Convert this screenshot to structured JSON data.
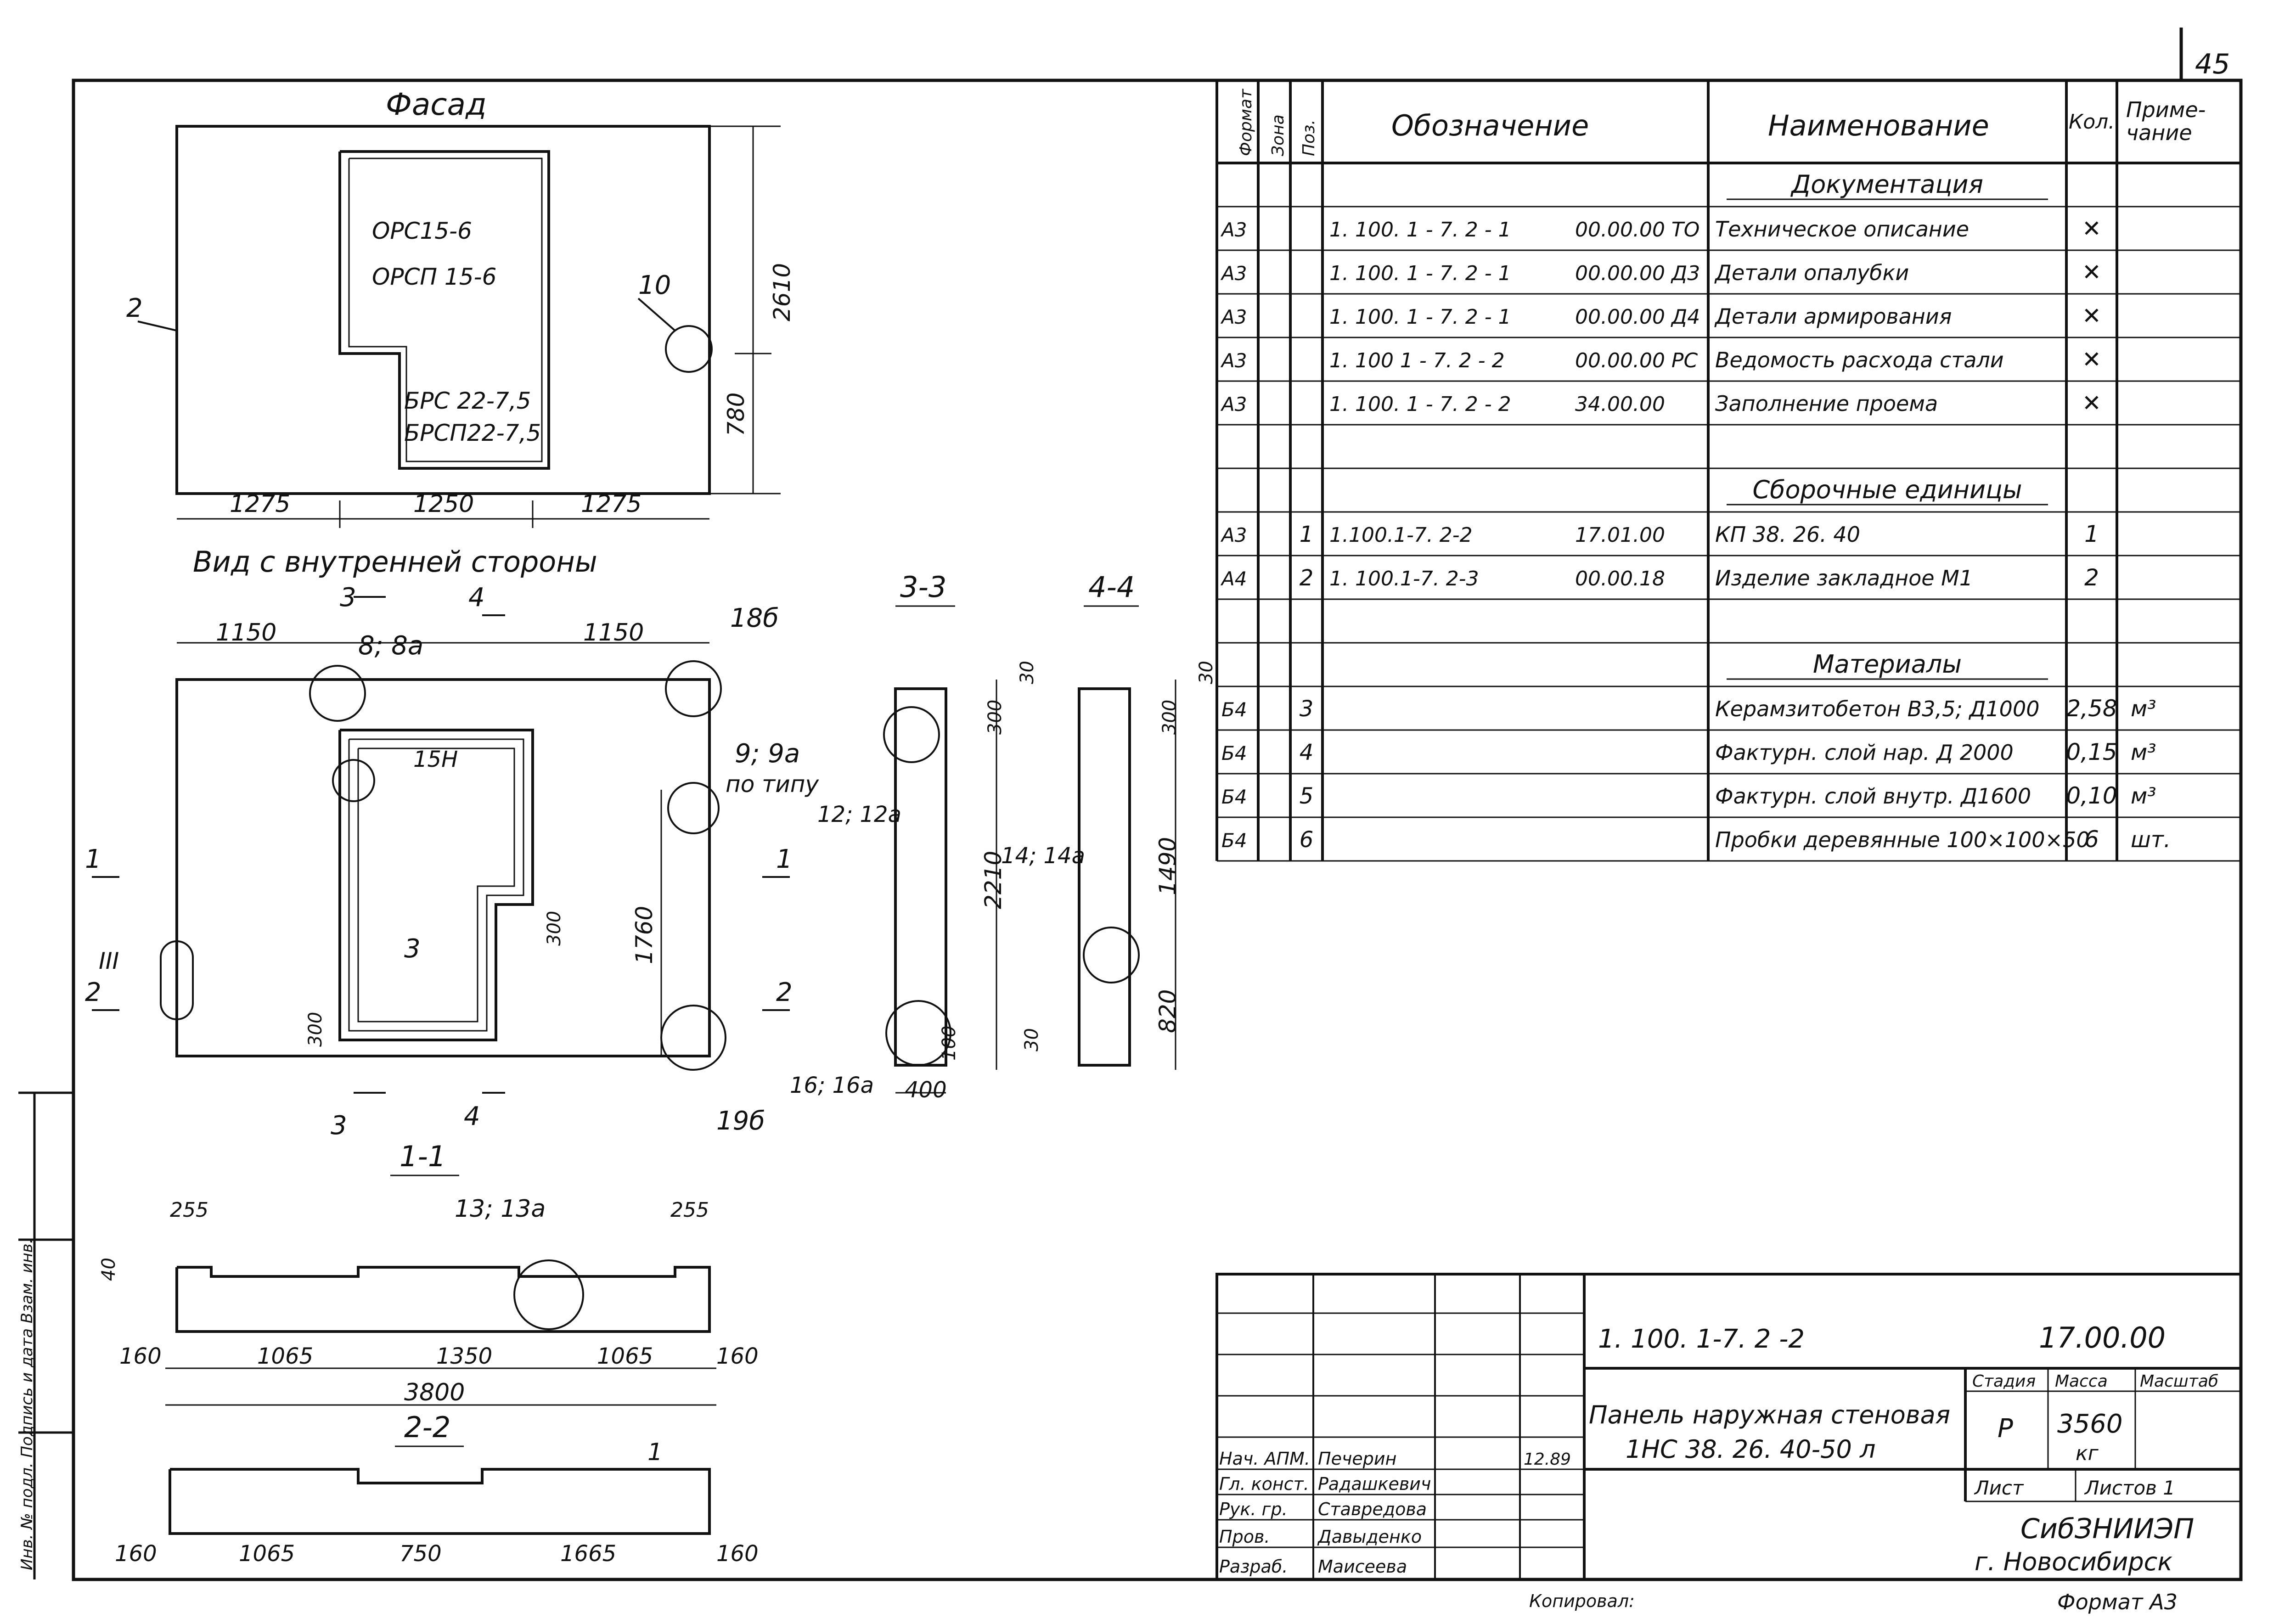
{
  "sheet_number": "45",
  "facade": {
    "title": "Фасад",
    "labels": [
      "ОРС15-6",
      "ОРСП 15-6",
      "БРС 22-7,5",
      "БРСП22-7,5"
    ],
    "dims_horizontal": [
      "1275",
      "1250",
      "1275"
    ],
    "dims_vertical": [
      "2610",
      "780"
    ],
    "callouts": [
      "2",
      "10"
    ]
  },
  "inner_view": {
    "title": "Вид с внутренней стороны",
    "dims": [
      "1150",
      "1150",
      "1760",
      "300",
      "300"
    ],
    "callouts": [
      "8; 8а",
      "18б",
      "9; 9а",
      "по типу",
      "15Н",
      "3",
      "19б",
      "III"
    ],
    "section_marks": [
      "3",
      "4",
      "1",
      "1",
      "2",
      "2",
      "3",
      "4"
    ]
  },
  "section_3_3": {
    "title": "3-3",
    "dims": [
      "30",
      "300",
      "2210",
      "100",
      "400"
    ],
    "callouts": [
      "12; 12а",
      "16; 16а"
    ]
  },
  "section_4_4": {
    "title": "4-4",
    "dims": [
      "30",
      "300",
      "1490",
      "820",
      "30"
    ],
    "callouts": [
      "14; 14а"
    ]
  },
  "section_1_1": {
    "title": "1-1",
    "dims": [
      "255",
      "255",
      "40",
      "160",
      "1065",
      "1350",
      "1065",
      "160",
      "3800"
    ],
    "callouts": [
      "13; 13а"
    ]
  },
  "section_2_2": {
    "title": "2-2",
    "dims": [
      "160",
      "1065",
      "750",
      "1665",
      "160"
    ],
    "callouts": [
      "1"
    ]
  },
  "spec_table": {
    "headers": [
      "Формат",
      "Зона",
      "Поз.",
      "Обозначение",
      "Наименование",
      "Кол.",
      "Приме-",
      "чание"
    ],
    "rows": [
      {
        "fmt": "",
        "zone": "",
        "pos": "",
        "code": "",
        "code2": "",
        "name": "Документация",
        "qty": "",
        "note": "",
        "heading": true
      },
      {
        "fmt": "А3",
        "zone": "",
        "pos": "",
        "code": "1. 100. 1 - 7. 2 - 1",
        "code2": "00.00.00 ТО",
        "name": "Техническое описание",
        "qty": "✕",
        "note": ""
      },
      {
        "fmt": "А3",
        "zone": "",
        "pos": "",
        "code": "1. 100. 1 - 7. 2 - 1",
        "code2": "00.00.00 Д3",
        "name": "Детали опалубки",
        "qty": "✕",
        "note": ""
      },
      {
        "fmt": "А3",
        "zone": "",
        "pos": "",
        "code": "1. 100. 1 - 7. 2 - 1",
        "code2": "00.00.00 Д4",
        "name": "Детали армирования",
        "qty": "✕",
        "note": ""
      },
      {
        "fmt": "А3",
        "zone": "",
        "pos": "",
        "code": "1. 100 1 - 7. 2 - 2",
        "code2": "00.00.00 РС",
        "name": "Ведомость расхода стали",
        "qty": "✕",
        "note": ""
      },
      {
        "fmt": "А3",
        "zone": "",
        "pos": "",
        "code": "1. 100. 1 - 7. 2 - 2",
        "code2": "34.00.00",
        "name": "Заполнение проема",
        "qty": "✕",
        "note": ""
      },
      {
        "fmt": "",
        "zone": "",
        "pos": "",
        "code": "",
        "code2": "",
        "name": "",
        "qty": "",
        "note": ""
      },
      {
        "fmt": "",
        "zone": "",
        "pos": "",
        "code": "",
        "code2": "",
        "name": "Сборочные единицы",
        "qty": "",
        "note": "",
        "heading": true
      },
      {
        "fmt": "А3",
        "zone": "",
        "pos": "1",
        "code": "1.100.1-7. 2-2",
        "code2": "17.01.00",
        "name": "КП 38. 26. 40",
        "qty": "1",
        "note": ""
      },
      {
        "fmt": "А4",
        "zone": "",
        "pos": "2",
        "code": "1. 100.1-7. 2-3",
        "code2": "00.00.18",
        "name": "Изделие закладное М1",
        "qty": "2",
        "note": ""
      },
      {
        "fmt": "",
        "zone": "",
        "pos": "",
        "code": "",
        "code2": "",
        "name": "",
        "qty": "",
        "note": ""
      },
      {
        "fmt": "",
        "zone": "",
        "pos": "",
        "code": "",
        "code2": "",
        "name": "Материалы",
        "qty": "",
        "note": "",
        "heading": true
      },
      {
        "fmt": "Б4",
        "zone": "",
        "pos": "3",
        "code": "",
        "code2": "",
        "name": "Керамзитобетон В3,5; Д1000",
        "qty": "2,58",
        "note": "м³"
      },
      {
        "fmt": "Б4",
        "zone": "",
        "pos": "4",
        "code": "",
        "code2": "",
        "name": "Фактурн. слой нар. Д 2000",
        "qty": "0,15",
        "note": "м³"
      },
      {
        "fmt": "Б4",
        "zone": "",
        "pos": "5",
        "code": "",
        "code2": "",
        "name": "Фактурн. слой внутр. Д1600",
        "qty": "0,10",
        "note": "м³"
      },
      {
        "fmt": "Б4",
        "zone": "",
        "pos": "6",
        "code": "",
        "code2": "",
        "name": "Пробки деревянные 100×100×50",
        "qty": "6",
        "note": "шт."
      }
    ]
  },
  "title_block": {
    "doc_code": "1. 100. 1-7. 2 -2",
    "doc_number": "17.00.00",
    "title_line1": "Панель наружная стеновая",
    "title_line2": "1НС 38. 26. 40-50 л",
    "stage_label": "Стадия",
    "mass_label": "Масса",
    "scale_label": "Масштаб",
    "stage": "Р",
    "mass": "3560",
    "mass_unit": "кг",
    "sheet_label": "Лист",
    "sheets_label": "Листов 1",
    "org_line1": "СибЗНИИЭП",
    "org_line2": "г. Новосибирск",
    "date": "12.89",
    "signatures": [
      {
        "role": "Нач. АПМ.",
        "name": "Печерин"
      },
      {
        "role": "Гл. конст.",
        "name": "Радашкевич"
      },
      {
        "role": "Рук. гр.",
        "name": "Ставредова"
      },
      {
        "role": "Пров.",
        "name": "Давыденко"
      },
      {
        "role": "Разраб.",
        "name": "Маисеева"
      }
    ]
  },
  "footer": {
    "copied": "Копировал:",
    "format": "Формат А3"
  },
  "side_stamp": "Инв. № подл.   Подпись и дата   Взам. инв."
}
